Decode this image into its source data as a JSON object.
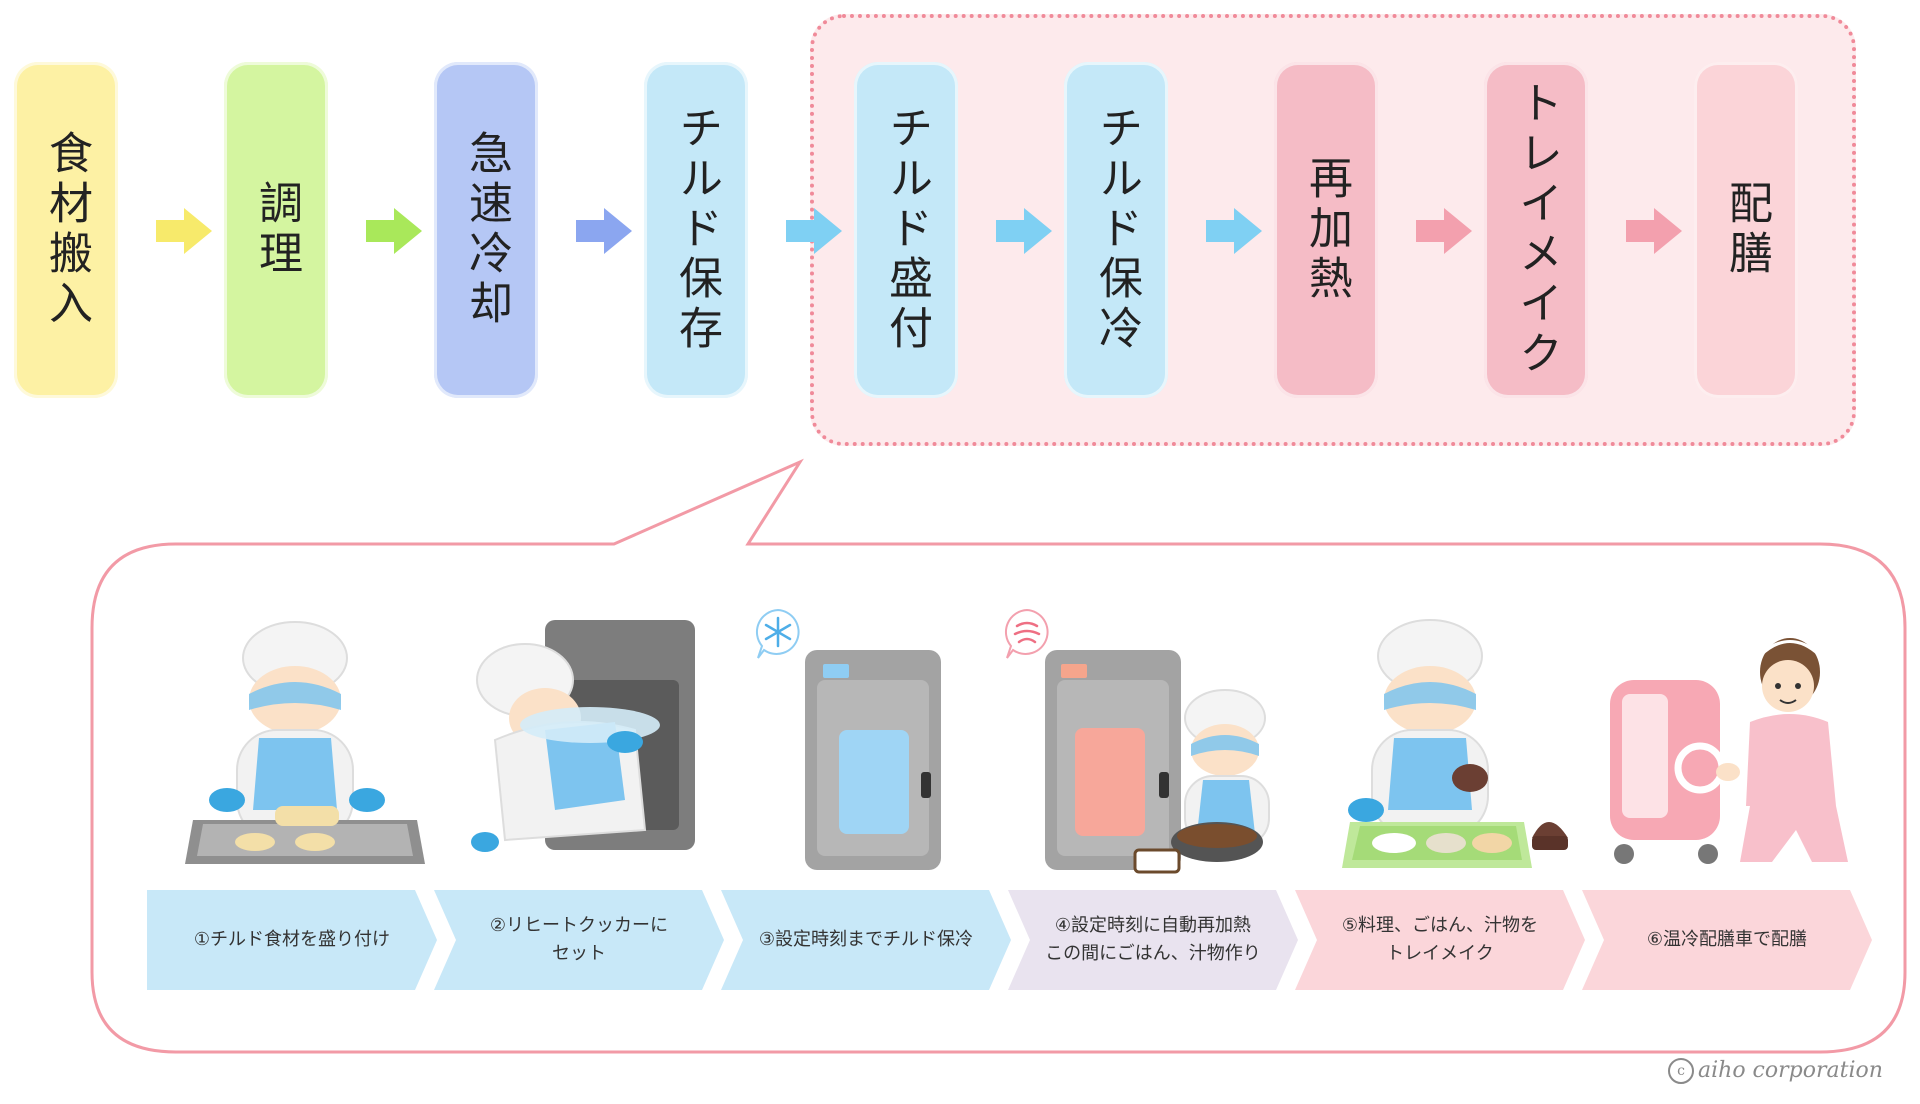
{
  "flow": {
    "steps": [
      {
        "label": "食材搬入",
        "color": "#fdf1a4"
      },
      {
        "label": "調理",
        "color": "#d4f5a0"
      },
      {
        "label": "急速冷却",
        "color": "#b5c7f5"
      },
      {
        "label": "チルド保存",
        "color": "#c4e8f8"
      },
      {
        "label": "チルド盛付",
        "color": "#c4e8f8"
      },
      {
        "label": "チルド保冷",
        "color": "#c4e8f8"
      },
      {
        "label": "再加熱",
        "color": "#f5bcc6"
      },
      {
        "label": "トレイメイク",
        "color": "#f5bcc6"
      },
      {
        "label": "配膳",
        "color": "#fbd4d8"
      }
    ],
    "arrow_colors": [
      "#f7ea6b",
      "#a9e85a",
      "#8ba6f0",
      "#7fd0f3",
      "#7fd0f3",
      "#7fd0f3",
      "#f3a0ae",
      "#f3a0ae"
    ],
    "highlight_color": "#fdeaec",
    "highlight_border": "#f08a99"
  },
  "process": {
    "steps": [
      {
        "lines": [
          "①チルド食材を盛り付け"
        ],
        "color": "#c8e8f8",
        "icon": "chef-plating"
      },
      {
        "lines": [
          "②リヒートクッカーに",
          "セット"
        ],
        "color": "#c8e8f8",
        "icon": "chef-loading-cooker"
      },
      {
        "lines": [
          "③設定時刻までチルド保冷"
        ],
        "color": "#c8e8f8",
        "icon": "chilled-cooker",
        "badge": "snowflake-icon"
      },
      {
        "lines": [
          "④設定時刻に自動再加熱",
          "この間にごはん、汁物作り"
        ],
        "color": "#e9e3ef",
        "icon": "reheating-cooker",
        "badge": "heat-icon"
      },
      {
        "lines": [
          "⑤料理、ごはん、汁物を",
          "トレイメイク"
        ],
        "color": "#fbd6da",
        "icon": "chef-tray-make"
      },
      {
        "lines": [
          "⑥温冷配膳車で配膳"
        ],
        "color": "#fbd6da",
        "icon": "nurse-delivery-cart"
      }
    ]
  },
  "credit": {
    "symbol": "c",
    "text": "aiho corporation"
  }
}
